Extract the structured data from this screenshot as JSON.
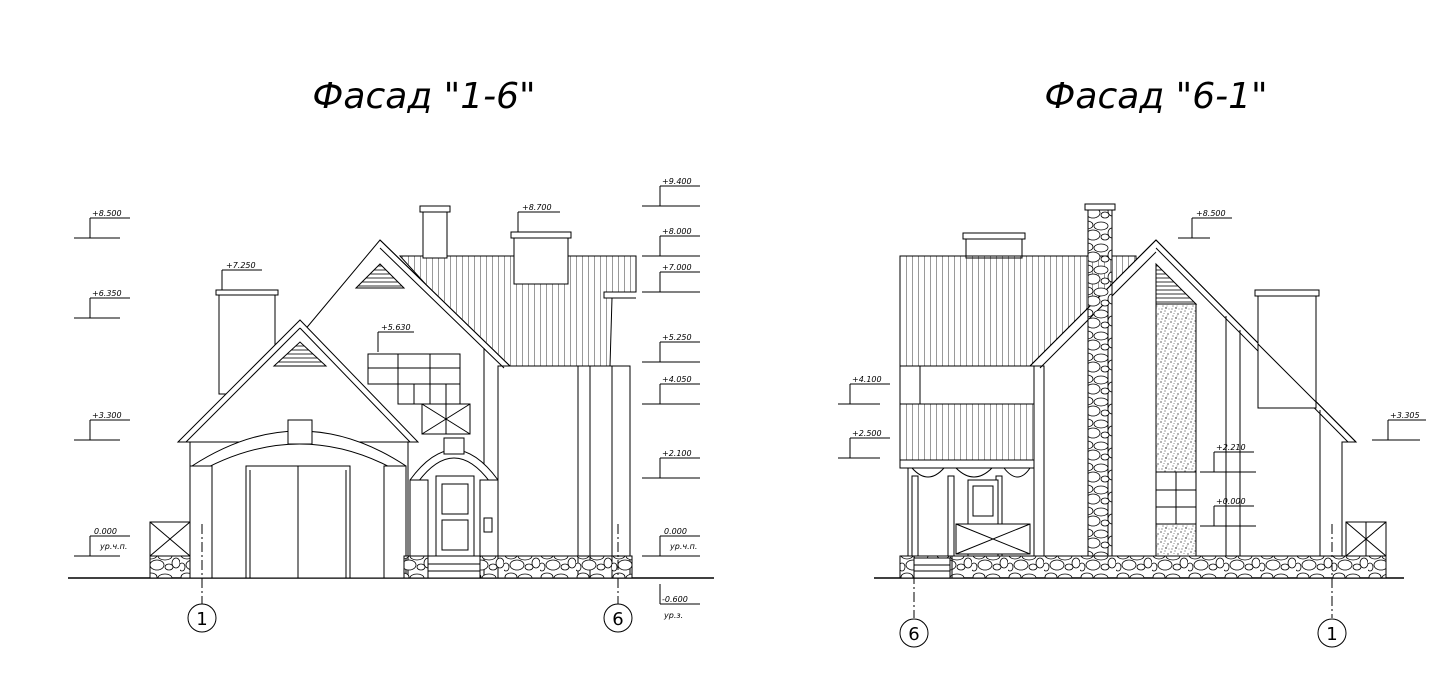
{
  "titles": {
    "left": "Фасад \"1-6\"",
    "right": "Фасад \"6-1\""
  },
  "left_facade": {
    "levels": {
      "l_8500": "+8.500",
      "l_6350": "+6.350",
      "l_3300": "+3.300",
      "l_0000": "0.000",
      "l_0000_sub": "ур.ч.п.",
      "l_7250": "+7.250",
      "l_8700": "+8.700",
      "l_5630": "+5.630",
      "r_9400": "+9.400",
      "r_8000": "+8.000",
      "r_7000": "+7.000",
      "r_5250": "+5.250",
      "r_4050": "+4.050",
      "r_2100": "+2.100",
      "r_0000": "0.000",
      "r_0000_sub": "ур.ч.п.",
      "r_m0600": "-0.600",
      "r_m0600_sub": "ур.з."
    },
    "axes": {
      "a1": "1",
      "a6": "6"
    }
  },
  "right_facade": {
    "levels": {
      "l_4100": "+4.100",
      "l_2500": "+2.500",
      "l_8500": "+8.500",
      "l_3305": "+3.305",
      "l_2210": "+2.210",
      "l_0000": "+0.000"
    },
    "axes": {
      "a6": "6",
      "a1": "1"
    }
  },
  "colors": {
    "ink": "#000000",
    "paper": "#ffffff"
  }
}
